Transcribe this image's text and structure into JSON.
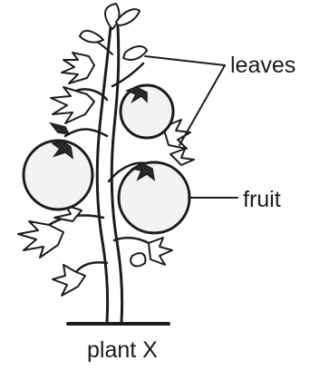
{
  "figure": {
    "labels": {
      "leaves": "leaves",
      "fruit": "fruit",
      "caption": "plant X"
    },
    "colors": {
      "ink": "#1c1c1c",
      "fruit_fill": "#f3f3f3",
      "background": "#ffffff"
    }
  }
}
